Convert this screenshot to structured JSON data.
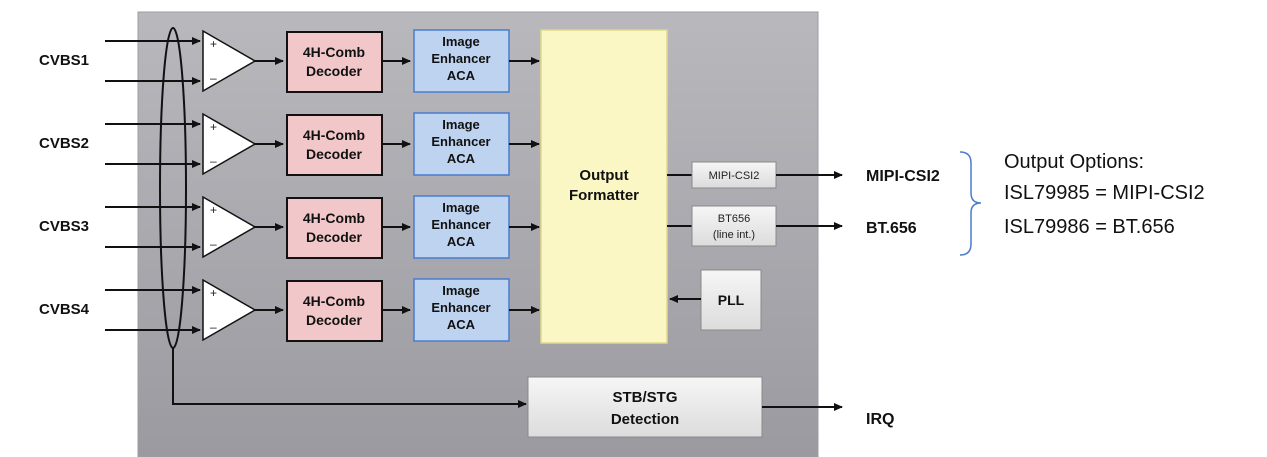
{
  "inputs": [
    "CVBS1",
    "CVBS2",
    "CVBS3",
    "CVBS4"
  ],
  "amp": {
    "plus": "+",
    "minus": "–"
  },
  "decoder": {
    "line1": "4H-Comb",
    "line2": "Decoder"
  },
  "enhancer": {
    "line1": "Image",
    "line2": "Enhancer",
    "line3": "ACA"
  },
  "formatter": {
    "line1": "Output",
    "line2": "Formatter"
  },
  "mipi_block": "MIPI-CSI2",
  "bt656_block": {
    "line1": "BT656",
    "line2": "(line int.)"
  },
  "pll": "PLL",
  "stb": {
    "line1": "STB/STG",
    "line2": "Detection"
  },
  "outputs": {
    "mipi": "MIPI-CSI2",
    "bt656": "BT.656",
    "irq": "IRQ"
  },
  "options": {
    "title": "Output Options:",
    "line1": "ISL79985 = MIPI-CSI2",
    "line2": "ISL79986 = BT.656"
  },
  "colors": {
    "chip_bg": "#a9a9ae",
    "decoder_fill": "#f2c7c9",
    "enhancer_fill": "#bed3f0",
    "enhancer_border": "#4a7ccc",
    "formatter_fill": "#fbf7c4",
    "gray_block": "#ededed",
    "options_brace": "#4a7ccc"
  }
}
